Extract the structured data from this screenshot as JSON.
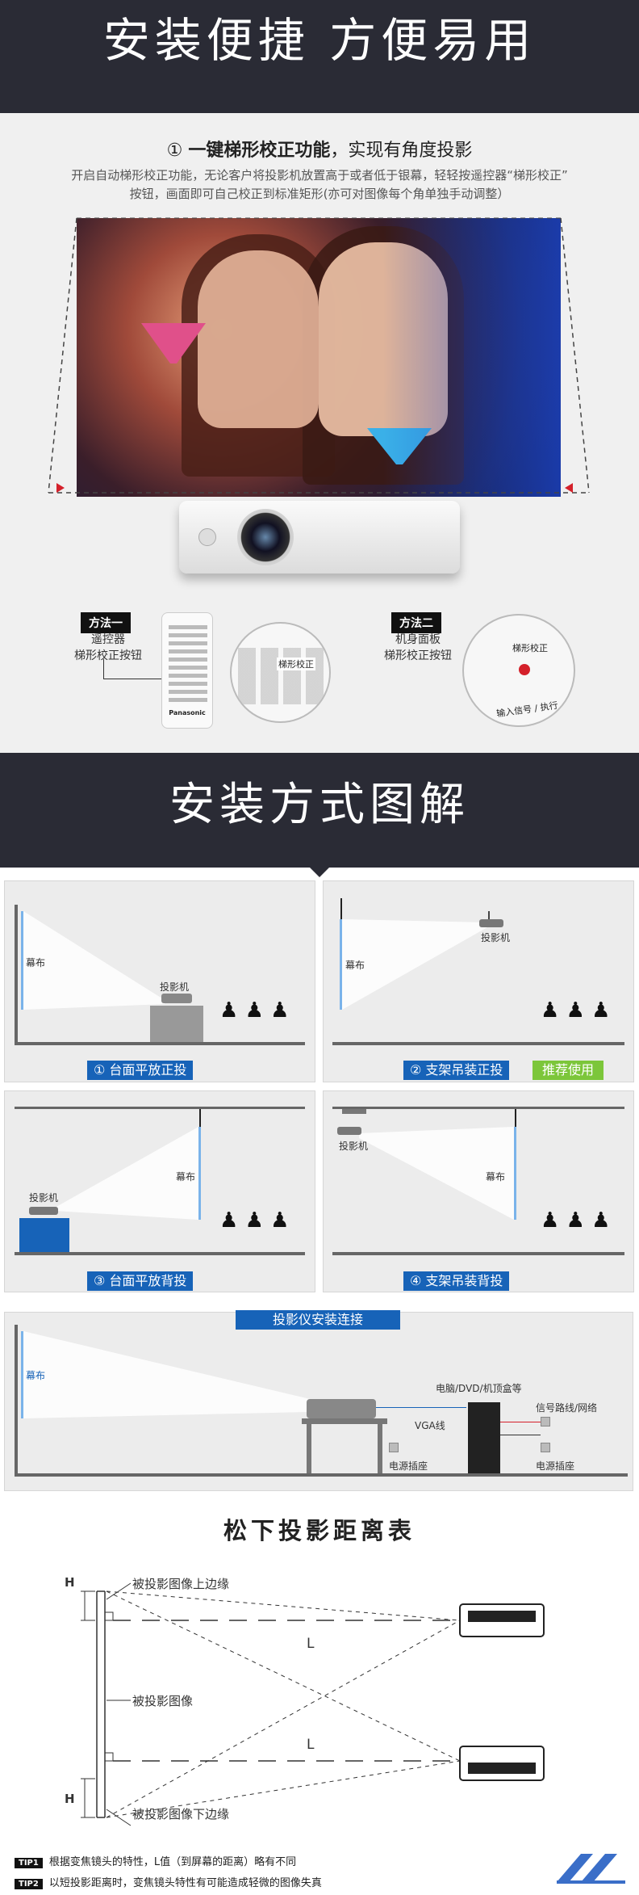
{
  "banner1": {
    "title": "安装便捷 方便易用"
  },
  "feature": {
    "title_prefix": "①",
    "title_bold": "一键梯形校正功能",
    "title_rest": "，实现有角度投影",
    "desc_line1": "开启自动梯形校正功能，无论客户将投影机放置高于或者低于银幕，轻轻按遥控器“梯形校正”",
    "desc_line2": "按钮，画面即可自己校正到标准矩形(亦可对图像每个角单独手动调整）"
  },
  "methods": {
    "m1_tag": "方法一",
    "m1_line1": "遥控器",
    "m1_line2": "梯形校正按钮",
    "m1_zoom_label": "梯形校正",
    "remote_brand": "Panasonic",
    "m2_tag": "方法二",
    "m2_line1": "机身面板",
    "m2_line2": "梯形校正按钮",
    "m2_zoom_label": "梯形校正",
    "m2_zoom_bottom": "输入信号 / 执行"
  },
  "banner2": {
    "title": "安装方式图解"
  },
  "install": {
    "screen_label": "幕布",
    "projector_label": "投影机",
    "p1": "① 台面平放正投",
    "p2": "② 支架吊装正投",
    "recommended": "推荐使用",
    "p3": "③ 台面平放背投",
    "p4": "④ 支架吊装背投"
  },
  "connect": {
    "title": "投影仪安装连接",
    "screen_label": "幕布",
    "pc": "电脑/DVD/机顶盒等",
    "vga": "VGA线",
    "signal": "信号路线/网络",
    "power1": "电源插座",
    "power2": "电源插座"
  },
  "distance": {
    "title": "松下投影距离表",
    "top_edge": "被投影图像上边缘",
    "image": "被投影图像",
    "bottom_edge": "被投影图像下边缘",
    "h": "H",
    "l": "L"
  },
  "tips": [
    {
      "tag": "TIP1",
      "text": "根据变焦镜头的特性，L值（到屏幕的距离）略有不同"
    },
    {
      "tag": "TIP2",
      "text": "以短投影距离时，变焦镜头特性有可能造成轻微的图像失真"
    }
  ]
}
